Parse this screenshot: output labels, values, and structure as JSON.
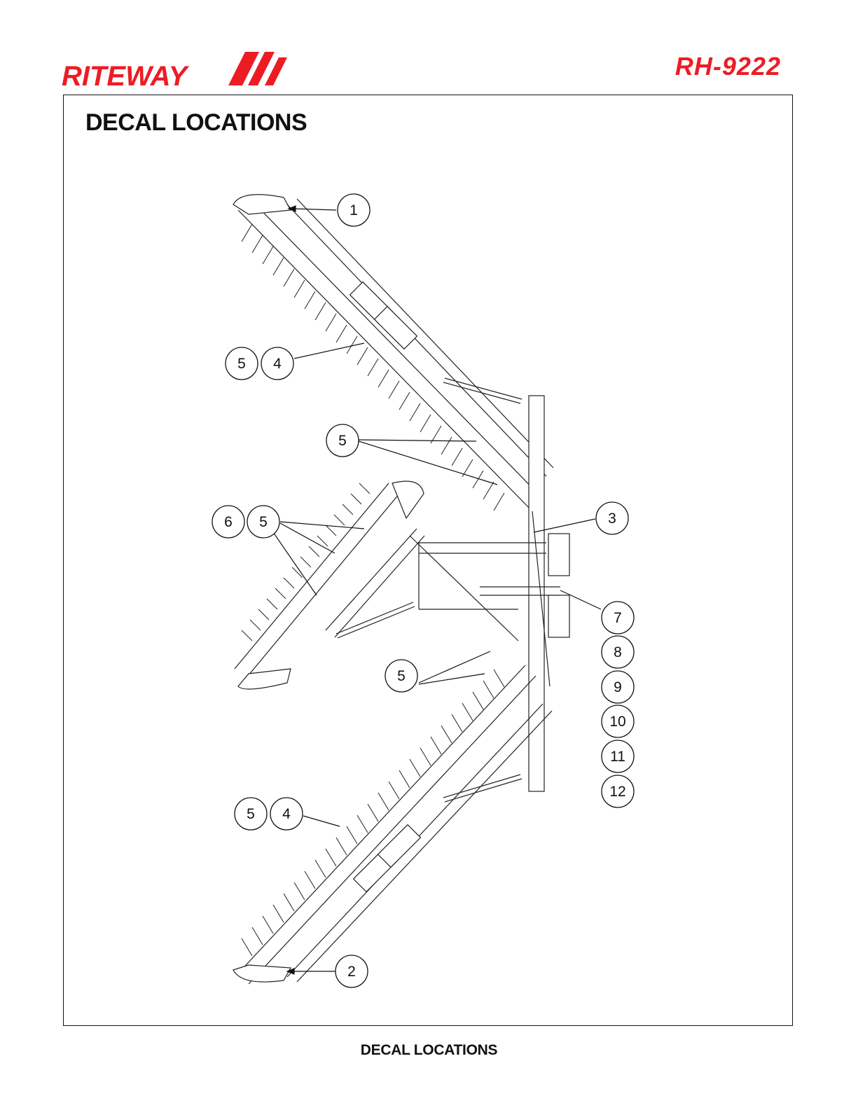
{
  "header": {
    "logo_text": "RITEWAY",
    "model": "RH-9222"
  },
  "page": {
    "title": "DECAL LOCATIONS",
    "footer": "DECAL LOCATIONS"
  },
  "colors": {
    "brand_red": "#ed1c24",
    "text": "#111111"
  },
  "callouts": {
    "c1": "1",
    "c2": "2",
    "c3": "3",
    "c4a": "4",
    "c4b": "4",
    "c5a": "5",
    "c5b": "5",
    "c5c": "5",
    "c5d": "5",
    "c5e": "5",
    "c6": "6",
    "c7": "7",
    "c8": "8",
    "c9": "9",
    "c10": "10",
    "c11": "11",
    "c12": "12"
  }
}
